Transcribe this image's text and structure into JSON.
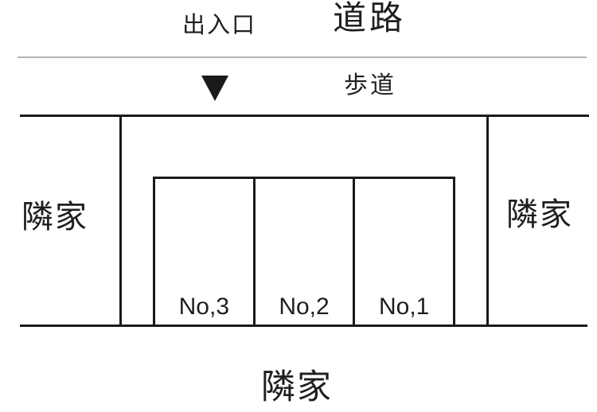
{
  "diagram": {
    "type": "parking-site-plan",
    "labels": {
      "road": "道路",
      "entrance": "出入口",
      "sidewalk": "歩道",
      "neighbor_left": "隣家",
      "neighbor_right": "隣家",
      "neighbor_bottom": "隣家"
    },
    "parking": {
      "stalls": [
        {
          "label": "No,3"
        },
        {
          "label": "No,2"
        },
        {
          "label": "No,1"
        }
      ]
    },
    "icons": {
      "entrance_arrow": "down-triangle"
    },
    "colors": {
      "line": "#1a1a1a",
      "text": "#1f1f1f",
      "thin_divider_line": "#b3b3b3",
      "background": "#ffffff"
    }
  }
}
